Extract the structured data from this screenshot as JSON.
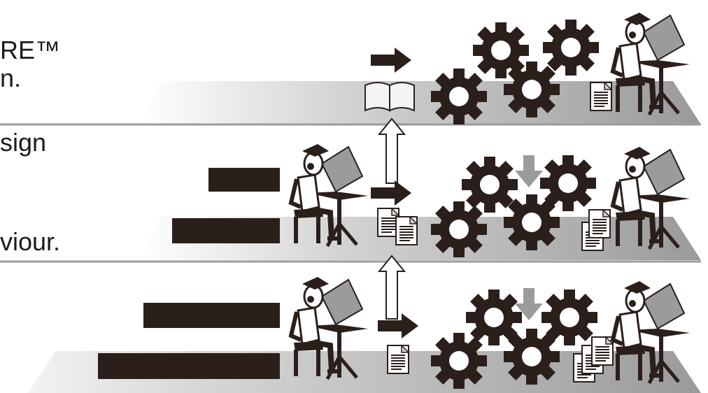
{
  "texts": {
    "row1_line1": "RE™",
    "row1_line2": "n.",
    "row2_line1": "sign",
    "row2_line2": "viour."
  },
  "colors": {
    "figure": "#2a1f1b",
    "gear": "#2a1f1b",
    "platform_gray": "#9c9c9c",
    "down_arrow": "#9b9b9b",
    "redaction": "#2a1f1b"
  },
  "icons": [
    "gear-icon",
    "student-at-laptop-icon",
    "document-icon",
    "open-book-icon",
    "right-arrow-icon",
    "up-arrow-icon",
    "down-arrow-icon"
  ]
}
